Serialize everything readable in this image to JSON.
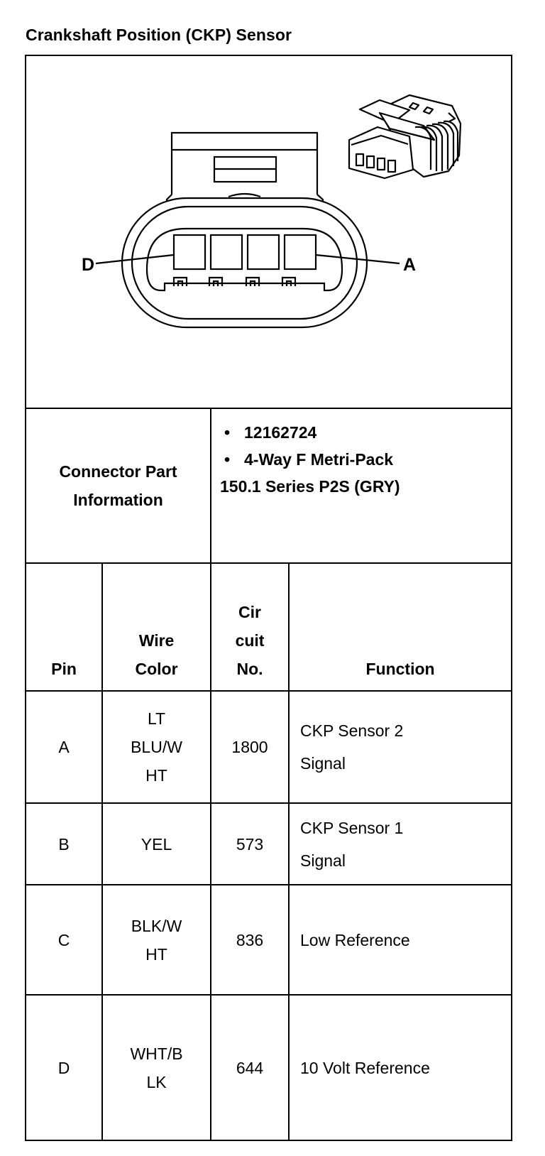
{
  "title": "Crankshaft Position (CKP) Sensor",
  "diagram": {
    "label_left": "D",
    "label_right": "A"
  },
  "connector_info": {
    "label_lines": [
      "Connector Part",
      "Information"
    ],
    "bullets": [
      "12162724",
      "4-Way F Metri-Pack"
    ],
    "continuation": "150.1 Series P2S (GRY)"
  },
  "headers": {
    "pin": "Pin",
    "wire_color": [
      "Wire",
      "Color"
    ],
    "circuit": [
      "Cir",
      "cuit",
      "No."
    ],
    "function": "Function"
  },
  "rows": [
    {
      "pin": "A",
      "wire_color": [
        "LT",
        "BLU/W",
        "HT"
      ],
      "circuit": "1800",
      "function": [
        "CKP Sensor 2",
        "Signal"
      ]
    },
    {
      "pin": "B",
      "wire_color": [
        "YEL"
      ],
      "circuit": "573",
      "function": [
        "CKP Sensor 1",
        "Signal"
      ]
    },
    {
      "pin": "C",
      "wire_color": [
        "BLK/W",
        "HT"
      ],
      "circuit": "836",
      "function": [
        "Low Reference"
      ]
    },
    {
      "pin": "D",
      "wire_color": [
        "WHT/B",
        "LK"
      ],
      "circuit": "644",
      "function": [
        "10 Volt Reference"
      ]
    }
  ]
}
